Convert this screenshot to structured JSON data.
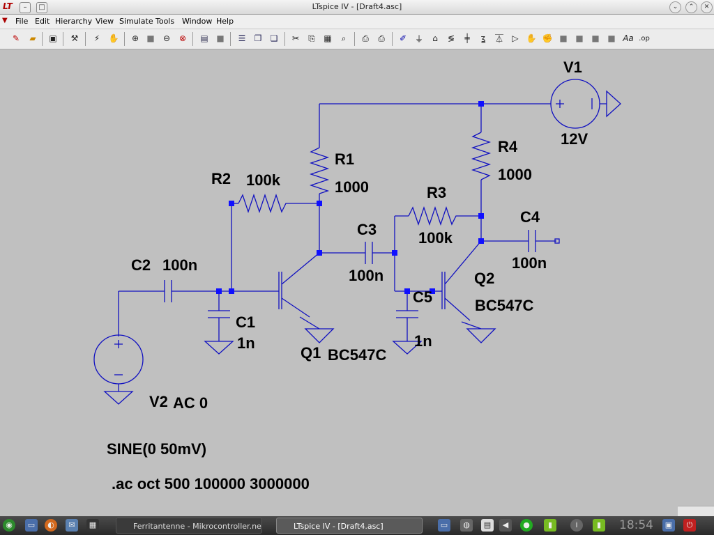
{
  "window": {
    "title": "LTspice IV - [Draft4.asc]",
    "app_logo": "LT"
  },
  "menu": [
    {
      "label": "File"
    },
    {
      "label": "Edit"
    },
    {
      "label": "Hierarchy"
    },
    {
      "label": "View"
    },
    {
      "label": "Simulate"
    },
    {
      "label": "Tools"
    },
    {
      "label": "Window"
    },
    {
      "label": "Help"
    }
  ],
  "toolbar": {
    "text_tool": "Aa",
    "op_tool": ".op"
  },
  "schematic": {
    "wire_color": "#1010c0",
    "components": {
      "V1": {
        "name": "V1",
        "value": "12V"
      },
      "V2": {
        "name": "V2",
        "value": "AC 0",
        "extra": "SINE(0 50mV)"
      },
      "R1": {
        "name": "R1",
        "value": "1000"
      },
      "R2": {
        "name": "R2",
        "value": "100k"
      },
      "R3": {
        "name": "R3",
        "value": "100k"
      },
      "R4": {
        "name": "R4",
        "value": "1000"
      },
      "C1": {
        "name": "C1",
        "value": "1n"
      },
      "C2": {
        "name": "C2",
        "value": "100n"
      },
      "C3": {
        "name": "C3",
        "value": "100n"
      },
      "C4": {
        "name": "C4",
        "value": "100n"
      },
      "C5": {
        "name": "C5",
        "value": "1n"
      },
      "Q1": {
        "name": "Q1",
        "value": "BC547C"
      },
      "Q2": {
        "name": "Q2",
        "value": "BC547C"
      }
    },
    "directive": ".ac oct 500 100000 3000000"
  },
  "taskbar": {
    "tasks": [
      {
        "label": "Ferritantenne - Mikrocontroller.ne"
      },
      {
        "label": "LTspice IV - [Draft4.asc]"
      }
    ],
    "clock": "18:54"
  }
}
